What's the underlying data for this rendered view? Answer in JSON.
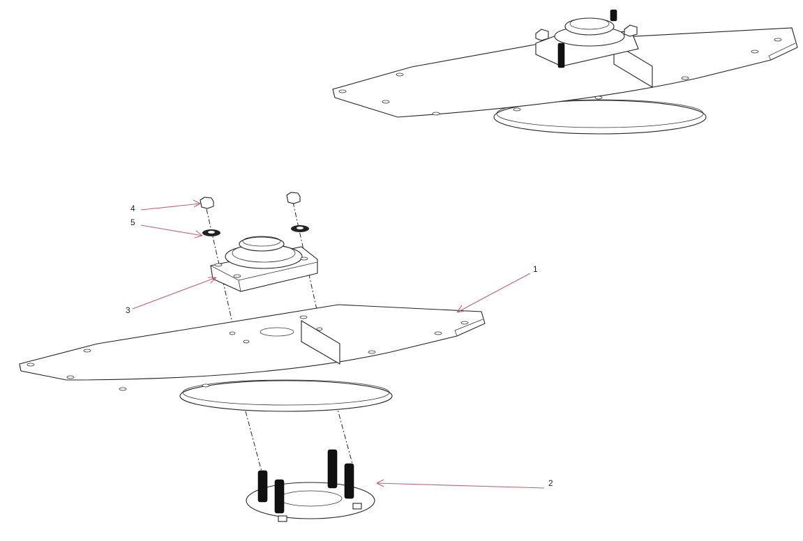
{
  "drawing": {
    "callouts": [
      {
        "id": "1",
        "text": "1"
      },
      {
        "id": "2",
        "text": "2"
      },
      {
        "id": "3",
        "text": "3"
      },
      {
        "id": "4",
        "text": "4"
      },
      {
        "id": "5",
        "text": "5"
      }
    ],
    "leader_color": "#c0607a"
  }
}
